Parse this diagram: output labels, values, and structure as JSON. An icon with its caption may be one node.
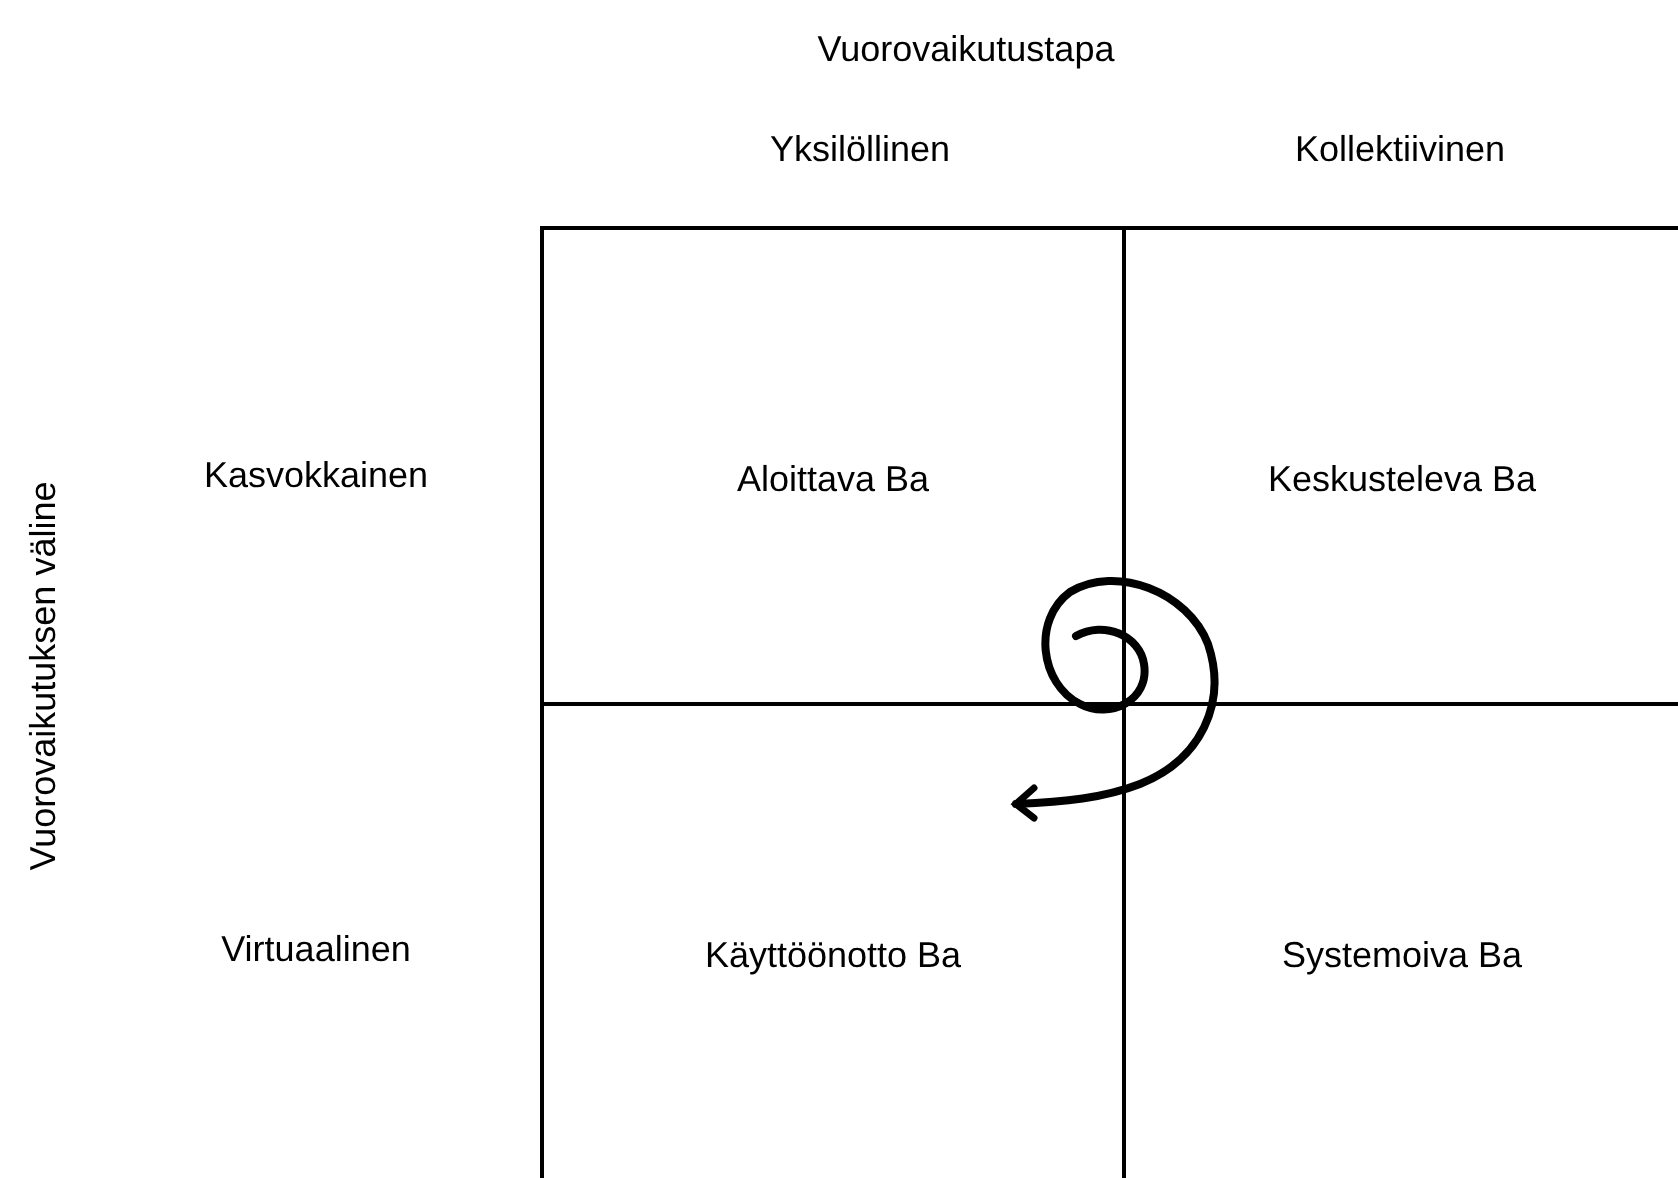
{
  "diagram": {
    "nodes": [
      {
        "text": [
          "Aloittava Ba"
        ]
      },
      {
        "text": [
          "Keskusteleva Ba"
        ]
      },
      {
        "text": [
          "Käyttöönotto Ba"
        ]
      },
      {
        "text": [
          "Systemoiva Ba"
        ]
      },
      {
        "text": [],
        "shape": "picture"
      }
    ],
    "edges": [],
    "labels": [
      "Vuorovaikutustapa",
      "Yksilöllinen",
      "Kollektiivinen",
      "Vuorovaikutuksen väline",
      "Kasvokkainen",
      "Virtuaalinen"
    ]
  }
}
